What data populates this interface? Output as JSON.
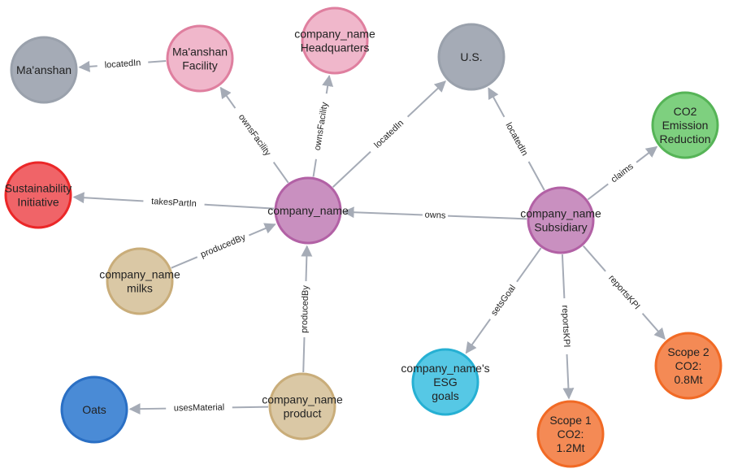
{
  "nodes": [
    {
      "id": "company",
      "lines": [
        "company_name"
      ],
      "fill": "#c990c0",
      "stroke": "#b261a5"
    },
    {
      "id": "subsidiary",
      "lines": [
        "company_name",
        "Subsidiary"
      ],
      "fill": "#c990c0",
      "stroke": "#b261a5"
    },
    {
      "id": "maanshan",
      "lines": [
        "Ma'anshan"
      ],
      "fill": "#a5abb6",
      "stroke": "#9aa1ac"
    },
    {
      "id": "facility",
      "lines": [
        "Ma'anshan",
        "Facility"
      ],
      "fill": "#f0b7cb",
      "stroke": "#df7f9f"
    },
    {
      "id": "hq",
      "lines": [
        "company_name",
        "Headquarters"
      ],
      "fill": "#f0b7cb",
      "stroke": "#df7f9f"
    },
    {
      "id": "us",
      "lines": [
        "U.S."
      ],
      "fill": "#a5abb6",
      "stroke": "#9aa1ac"
    },
    {
      "id": "co2red",
      "lines": [
        "CO2",
        "Emission",
        "Reduction"
      ],
      "fill": "#7ed07f",
      "stroke": "#56b457"
    },
    {
      "id": "sustain",
      "lines": [
        "Sustainability",
        "Initiative"
      ],
      "fill": "#f06468",
      "stroke": "#eb2728"
    },
    {
      "id": "milks",
      "lines": [
        "company_name",
        "milks"
      ],
      "fill": "#dac8a5",
      "stroke": "#c9ad7a"
    },
    {
      "id": "product",
      "lines": [
        "company_name",
        "product"
      ],
      "fill": "#dac8a5",
      "stroke": "#c9ad7a"
    },
    {
      "id": "oats",
      "lines": [
        "Oats"
      ],
      "fill": "#4a8bd6",
      "stroke": "#2a6fc4"
    },
    {
      "id": "esg",
      "lines": [
        "company_name's",
        "ESG",
        "goals"
      ],
      "fill": "#56c8e5",
      "stroke": "#26b0d3"
    },
    {
      "id": "scope1",
      "lines": [
        "Scope 1",
        "CO2:",
        "1.2Mt"
      ],
      "fill": "#f48a55",
      "stroke": "#f16a25"
    },
    {
      "id": "scope2",
      "lines": [
        "Scope 2",
        "CO2:",
        "0.8Mt"
      ],
      "fill": "#f48a55",
      "stroke": "#f16a25"
    }
  ],
  "edges": [
    {
      "from": "facility",
      "to": "maanshan",
      "label": "locatedIn"
    },
    {
      "from": "company",
      "to": "facility",
      "label": "ownsFacility"
    },
    {
      "from": "company",
      "to": "hq",
      "label": "ownsFacility"
    },
    {
      "from": "company",
      "to": "us",
      "label": "locatedIn"
    },
    {
      "from": "company",
      "to": "sustain",
      "label": "takesPartIn"
    },
    {
      "from": "milks",
      "to": "company",
      "label": "producedBy"
    },
    {
      "from": "product",
      "to": "company",
      "label": "producedBy"
    },
    {
      "from": "product",
      "to": "oats",
      "label": "usesMaterial"
    },
    {
      "from": "subsidiary",
      "to": "company",
      "label": "owns"
    },
    {
      "from": "subsidiary",
      "to": "us",
      "label": "locatedIn"
    },
    {
      "from": "subsidiary",
      "to": "co2red",
      "label": "claims"
    },
    {
      "from": "subsidiary",
      "to": "esg",
      "label": "setsGoal"
    },
    {
      "from": "subsidiary",
      "to": "scope1",
      "label": "reportsKPI"
    },
    {
      "from": "subsidiary",
      "to": "scope2",
      "label": "reportsKPI"
    }
  ]
}
